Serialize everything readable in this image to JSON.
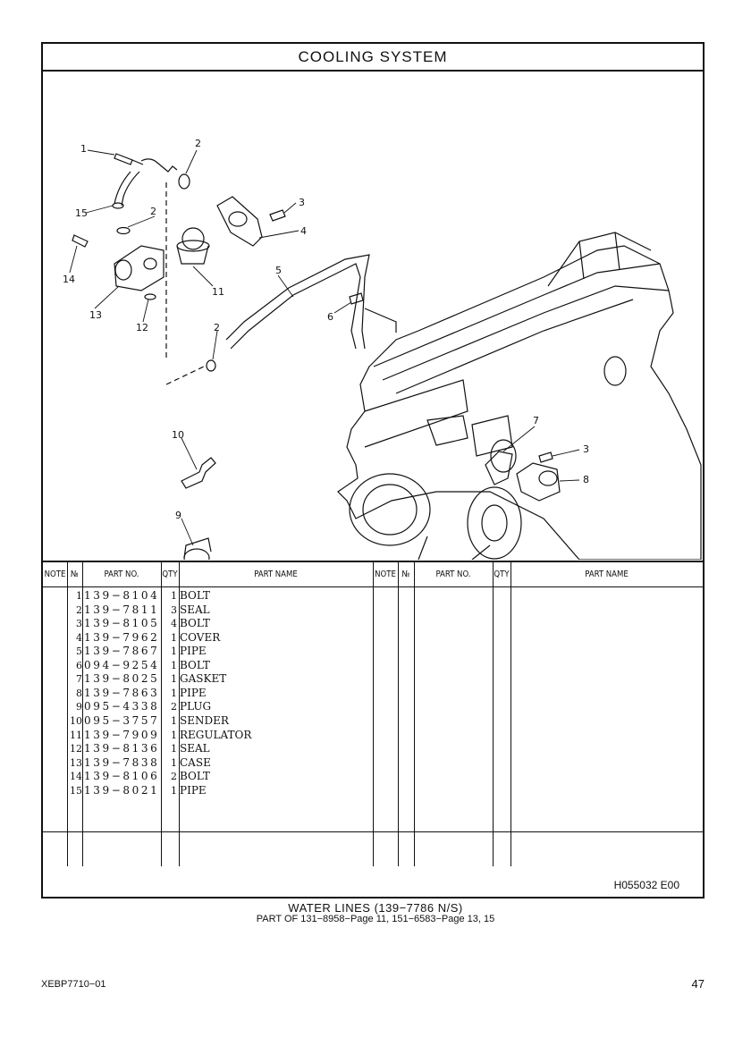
{
  "title": "COOLING SYSTEM",
  "callouts": [
    "1",
    "2",
    "15",
    "2",
    "3",
    "4",
    "14",
    "13",
    "11",
    "12",
    "5",
    "6",
    "2",
    "7",
    "3",
    "8",
    "10",
    "9"
  ],
  "table": {
    "headers": {
      "note": "NOTE",
      "no": "№",
      "part_no": "PART NO.",
      "qty": "QTY",
      "part_name": "PART NAME"
    },
    "rows": [
      {
        "no": "1",
        "part_no": "139−8104",
        "qty": "1",
        "name": "BOLT"
      },
      {
        "no": "2",
        "part_no": "139−7811",
        "qty": "3",
        "name": "SEAL"
      },
      {
        "no": "3",
        "part_no": "139−8105",
        "qty": "4",
        "name": "BOLT"
      },
      {
        "no": "4",
        "part_no": "139−7962",
        "qty": "1",
        "name": "COVER"
      },
      {
        "no": "5",
        "part_no": "139−7867",
        "qty": "1",
        "name": "PIPE"
      },
      {
        "no": "6",
        "part_no": "094−9254",
        "qty": "1",
        "name": "BOLT"
      },
      {
        "no": "7",
        "part_no": "139−8025",
        "qty": "1",
        "name": "GASKET"
      },
      {
        "no": "8",
        "part_no": "139−7863",
        "qty": "1",
        "name": "PIPE"
      },
      {
        "no": "9",
        "part_no": "095−4338",
        "qty": "2",
        "name": "PLUG"
      },
      {
        "no": "10",
        "part_no": "095−3757",
        "qty": "1",
        "name": "SENDER"
      },
      {
        "no": "11",
        "part_no": "139−7909",
        "qty": "1",
        "name": "REGULATOR"
      },
      {
        "no": "12",
        "part_no": "139−8136",
        "qty": "1",
        "name": "SEAL"
      },
      {
        "no": "13",
        "part_no": "139−7838",
        "qty": "1",
        "name": "CASE"
      },
      {
        "no": "14",
        "part_no": "139−8106",
        "qty": "2",
        "name": "BOLT"
      },
      {
        "no": "15",
        "part_no": "139−8021",
        "qty": "1",
        "name": "PIPE"
      }
    ]
  },
  "diagram_code": "H055032  E00",
  "caption": "WATER LINES (139−7786 N/S)",
  "subcaption": "PART OF 131−8958−Page 11, 151−6583−Page 13, 15",
  "doc_code": "XEBP7710−01",
  "page_number": "47"
}
